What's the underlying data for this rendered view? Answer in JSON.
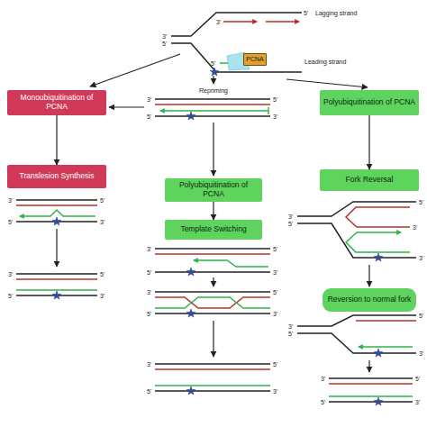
{
  "diagram": {
    "nodes": [
      {
        "text": [
          "PCNA"
        ]
      },
      {
        "text": [
          "Monoubiquitination of PCNA"
        ]
      },
      {
        "text": [
          "Polyubiquitination of PCNA"
        ]
      },
      {
        "text": [
          "Translesion Synthesis"
        ]
      },
      {
        "text": [
          "Polyubiquitination of PCNA"
        ]
      },
      {
        "text": [
          "Fork Reversal"
        ]
      },
      {
        "text": [
          "Template Switching"
        ]
      },
      {
        "text": [
          "Reversion to normal fork"
        ]
      }
    ],
    "edges": [
      {
        "from": 1,
        "to": 3,
        "arrow": "to"
      },
      {
        "from": 4,
        "to": 6,
        "arrow": "to"
      },
      {
        "from": 2,
        "to": 5,
        "arrow": "to"
      }
    ],
    "labels": [
      "5'",
      "Lagging strand",
      "3'",
      "5'",
      "3'",
      "5'",
      "Leading strand",
      "Repriming",
      "3'",
      "5'",
      "5'",
      "3'",
      "3'",
      "5'",
      "5'",
      "3'",
      "3'",
      "5'",
      "5'",
      "3'",
      "3'",
      "5'",
      "5'",
      "3'",
      "3'",
      "5'",
      "5'",
      "3'",
      "3'",
      "5'",
      "5'",
      "3'",
      "3'",
      "5'",
      "5'",
      "3'",
      "3'",
      "3'",
      "5'",
      "5'",
      "3'",
      "3'",
      "5'",
      "5'",
      "3'"
    ]
  }
}
